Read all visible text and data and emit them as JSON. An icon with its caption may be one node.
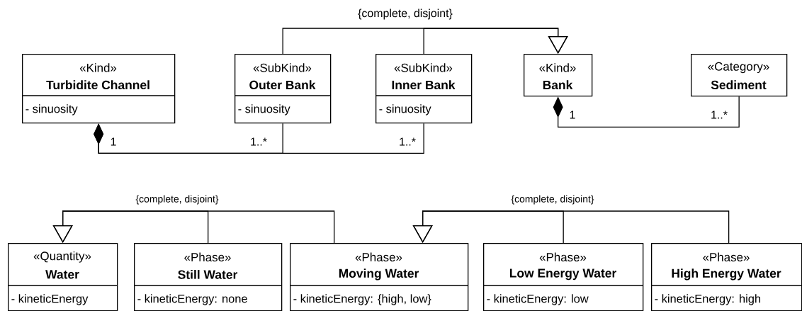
{
  "diagram": {
    "nodes": [
      {
        "text": [
          "«Kind»",
          "Turbidite Channel",
          "- sinuosity"
        ]
      },
      {
        "text": [
          "«SubKind»",
          "Outer Bank",
          "- sinuosity"
        ]
      },
      {
        "text": [
          "«SubKind»",
          "Inner Bank",
          "- sinuosity"
        ]
      },
      {
        "text": [
          "«Kind»",
          "Bank"
        ]
      },
      {
        "text": [
          "«Category»",
          "Sediment"
        ]
      },
      {
        "text": [
          "«Quantity»",
          "Water",
          "- kineticEnergy"
        ]
      },
      {
        "text": [
          "«Phase»",
          "Still Water",
          "- kineticEnergy: none"
        ]
      },
      {
        "text": [
          "«Phase»",
          "Moving Water",
          "- kineticEnergy: {high, low}"
        ]
      },
      {
        "text": [
          "«Phase»",
          "Low Energy Water",
          "- kineticEnergy: low"
        ]
      },
      {
        "text": [
          "«Phase»",
          "High Energy Water",
          "- kineticEnergy: high"
        ]
      }
    ],
    "edges": [
      {
        "from": 1,
        "to": 3,
        "arrow": "to"
      },
      {
        "from": 2,
        "to": 3,
        "arrow": "to"
      },
      {
        "from": 0,
        "to": 1,
        "arrow": "other"
      },
      {
        "from": 0,
        "to": 2,
        "arrow": "other"
      },
      {
        "from": 3,
        "to": 4,
        "arrow": "other"
      },
      {
        "from": 6,
        "to": 5,
        "arrow": "to"
      },
      {
        "from": 7,
        "to": 5,
        "arrow": "to"
      },
      {
        "from": 8,
        "to": 7,
        "arrow": "to"
      },
      {
        "from": 9,
        "to": 7,
        "arrow": "to"
      }
    ],
    "labels": [
      "{complete, disjoint}",
      "1",
      "1..*",
      "1",
      "1..*",
      "1..*",
      "{complete, disjoint}",
      "{complete, disjoint}"
    ]
  }
}
